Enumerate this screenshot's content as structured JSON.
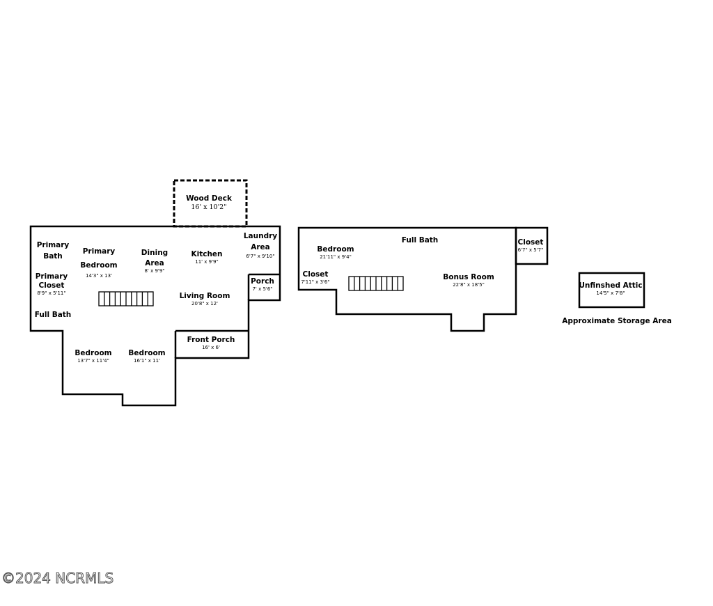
{
  "rooms": {
    "wood_deck": {
      "name": "Wood Deck",
      "dim": "16' x 10'2\""
    },
    "primary_bath": {
      "name": "Primary\nBath"
    },
    "primary_bedroom": {
      "name": "Primary\nBedroom",
      "dim": "14'3\" x 13'"
    },
    "dining": {
      "name": "Dining\nArea",
      "dim": "8' x 9'9\""
    },
    "kitchen": {
      "name": "Kitchen",
      "dim": "11' x 9'9\""
    },
    "laundry": {
      "name": "Laundry\nArea",
      "dim": "6'7\" x 9'10\""
    },
    "porch": {
      "name": "Porch",
      "dim": "7' x 5'6\""
    },
    "primary_closet": {
      "name": "Primary\nCloset",
      "dim": "8'9\" x 5'11\""
    },
    "living": {
      "name": "Living Room",
      "dim": "20'8\" x 12'"
    },
    "full_bath_1": {
      "name": "Full Bath"
    },
    "front_porch": {
      "name": "Front Porch",
      "dim": "16' x 6'"
    },
    "bedroom_1": {
      "name": "Bedroom",
      "dim": "13'7\" x 11'4\""
    },
    "bedroom_2": {
      "name": "Bedroom",
      "dim": "16'1\" x 11'"
    },
    "full_bath_2": {
      "name": "Full Bath"
    },
    "bedroom_up": {
      "name": "Bedroom",
      "dim": "21'11\" x 9'4\""
    },
    "closet_up": {
      "name": "Closet",
      "dim": "7'11\" x 3'6\""
    },
    "bonus": {
      "name": "Bonus Room",
      "dim": "22'8\" x 18'5\""
    },
    "closet_right": {
      "name": "Closet",
      "dim": "6'7\" x 5'7\""
    },
    "attic": {
      "name": "Unfinshed Attic",
      "dim": "14'5\" x 7'8\""
    }
  },
  "storage_caption": "Approximate Storage Area",
  "watermark": "©2024 NCRMLS"
}
